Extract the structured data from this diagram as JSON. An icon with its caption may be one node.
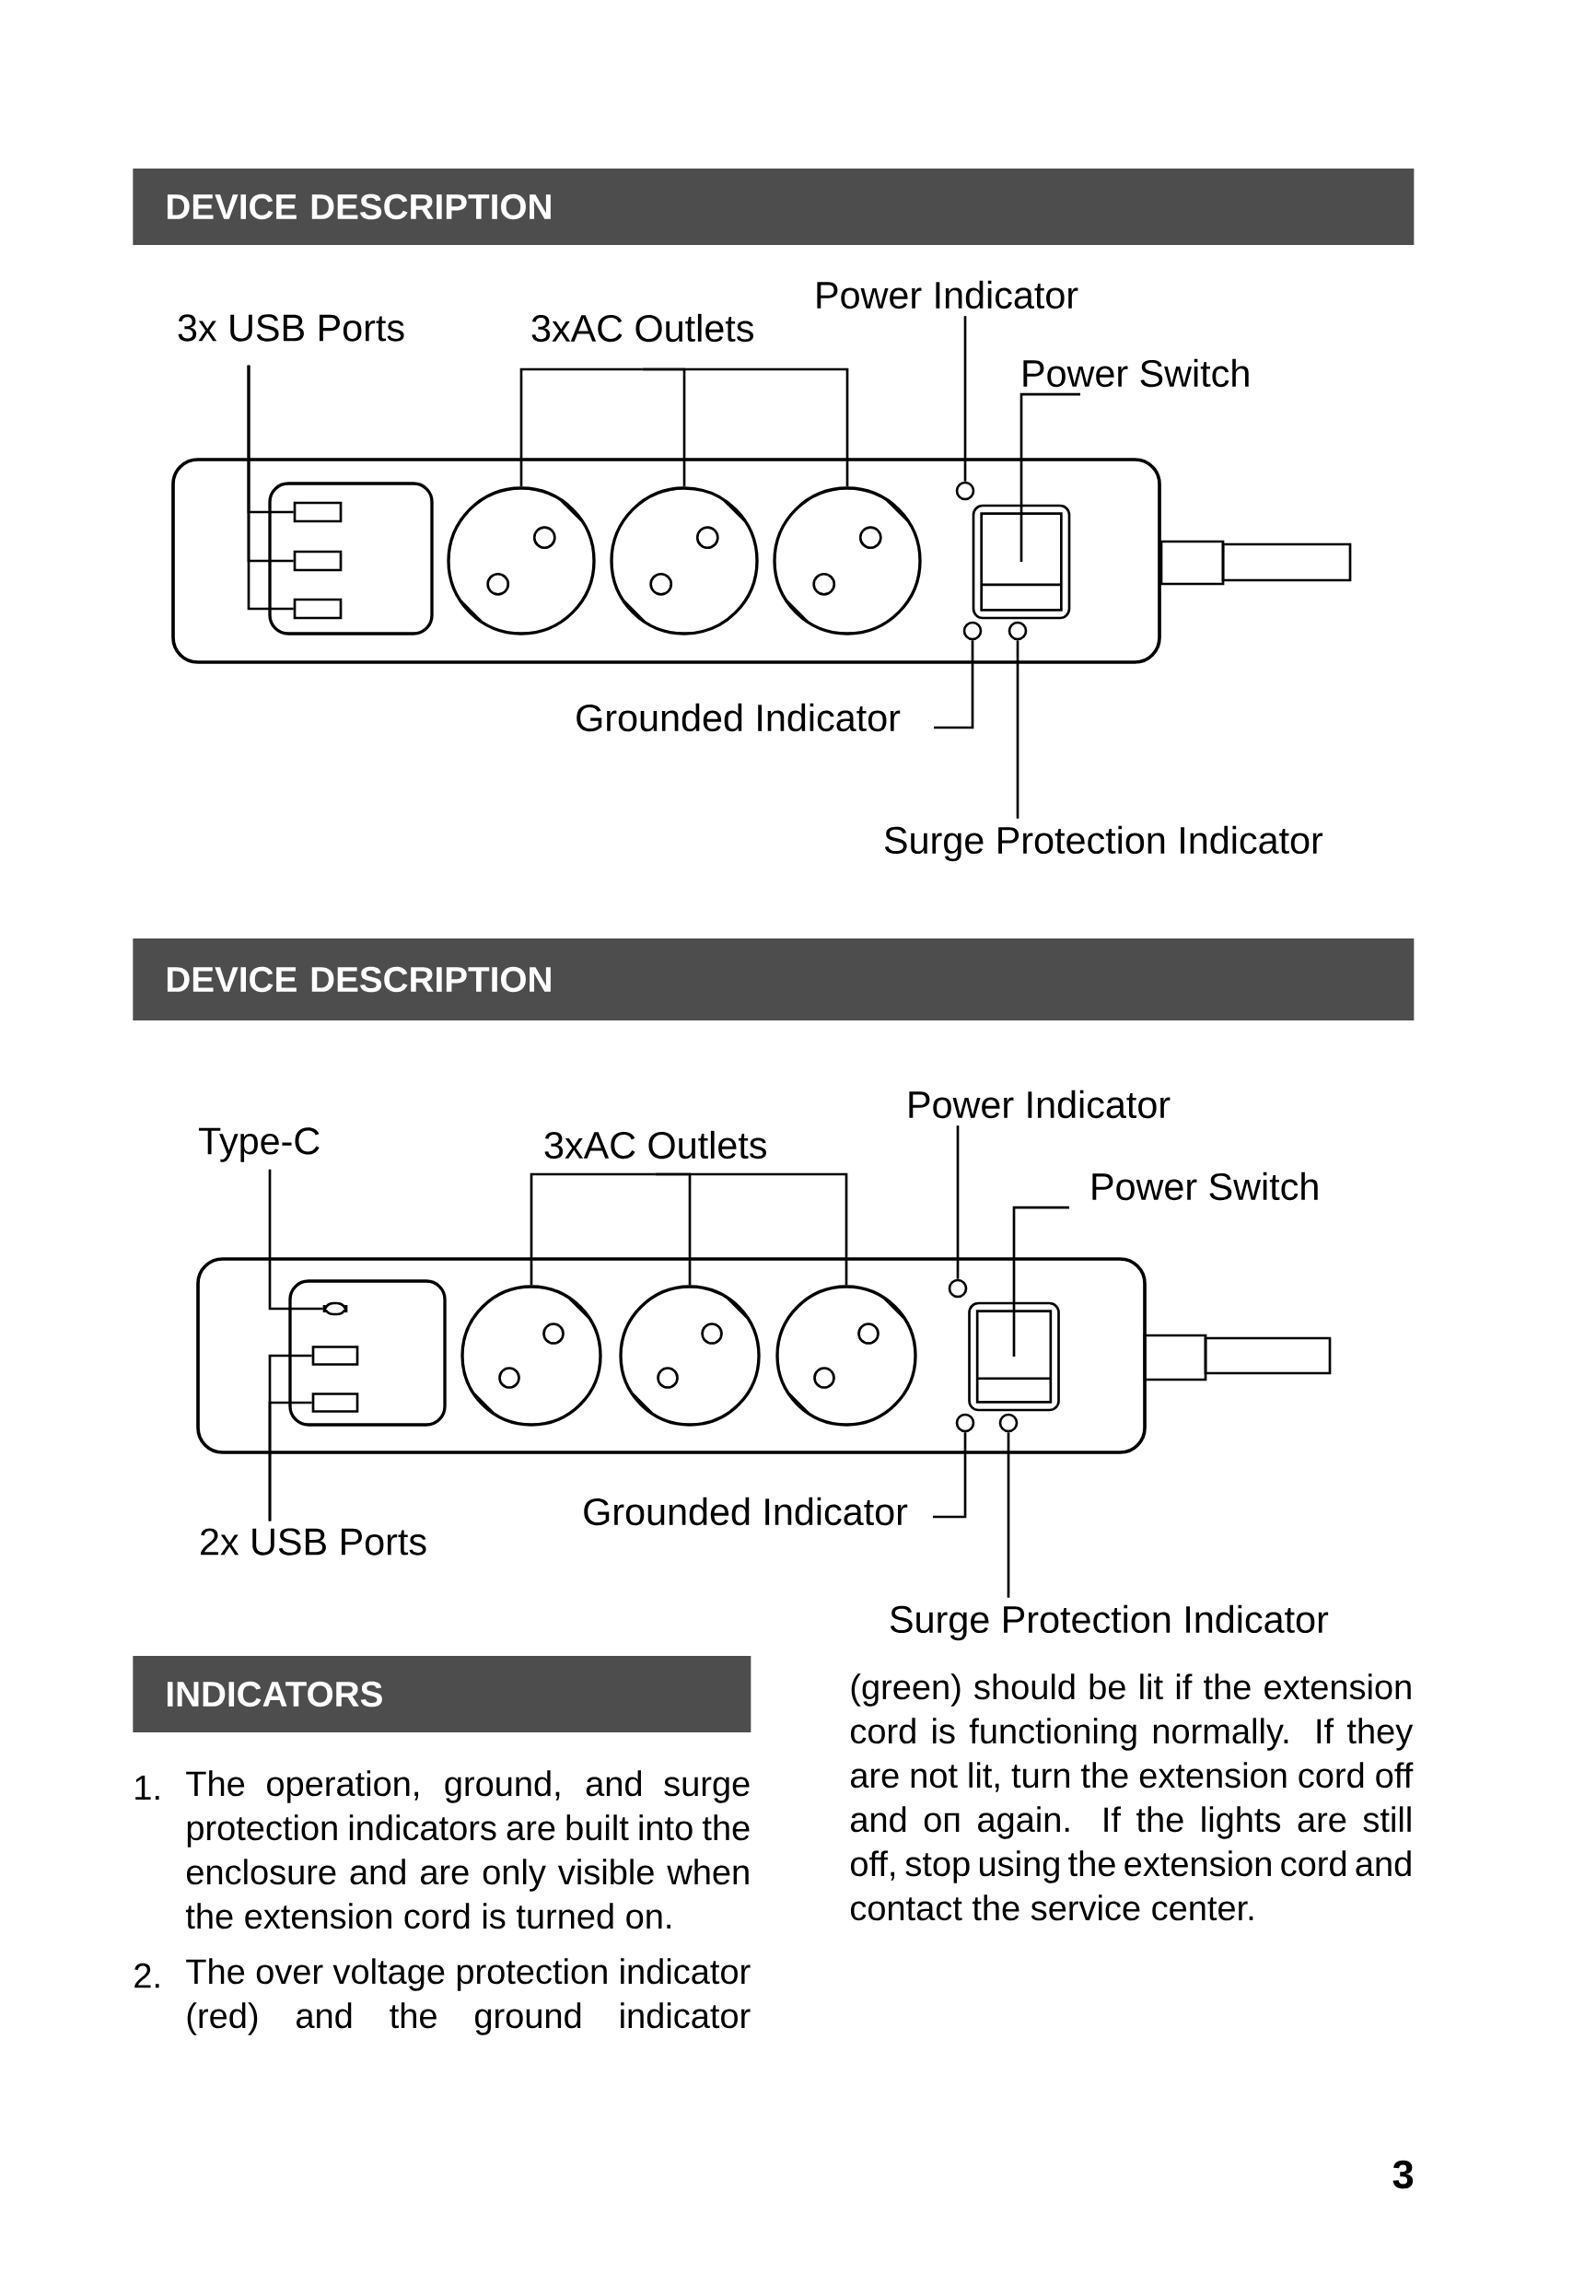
{
  "diagram": {
    "nodes": [
      {
        "text": [
          "DEVICE DESCRIPTION"
        ]
      },
      {
        "text": [
          "3x USB Ports"
        ]
      },
      {
        "text": [
          "3xAC Outlets"
        ]
      },
      {
        "text": [
          "Power Indicator"
        ]
      },
      {
        "text": [
          "Power Switch"
        ]
      },
      {
        "text": [
          "Grounded Indicator"
        ]
      },
      {
        "text": [
          "Surge Protection Indicator"
        ]
      },
      {
        "text": [],
        "shape": "box"
      },
      {
        "text": [],
        "shape": "box"
      },
      {
        "text": [],
        "shape": "box"
      },
      {
        "text": [],
        "shape": "circle"
      },
      {
        "text": [],
        "shape": "circle"
      },
      {
        "text": [],
        "shape": "circle"
      },
      {
        "text": [],
        "shape": "circle"
      },
      {
        "text": [],
        "shape": "box"
      },
      {
        "text": [],
        "shape": "circle"
      },
      {
        "text": [],
        "shape": "circle"
      },
      {
        "text": [
          "DEVICE DESCRIPTION"
        ]
      },
      {
        "text": [
          "Type-C"
        ]
      },
      {
        "text": [
          "3xAC Outlets"
        ]
      },
      {
        "text": [
          "Power Indicator"
        ]
      },
      {
        "text": [
          "Power Switch"
        ]
      },
      {
        "text": [
          "Grounded Indicator"
        ]
      },
      {
        "text": [
          "Surge Protection Indicator"
        ]
      },
      {
        "text": [
          "2x USB Ports"
        ]
      },
      {
        "text": [],
        "shape": "box"
      },
      {
        "text": [],
        "shape": "box"
      },
      {
        "text": [],
        "shape": "box"
      },
      {
        "text": [],
        "shape": "circle"
      },
      {
        "text": [],
        "shape": "circle"
      },
      {
        "text": [],
        "shape": "circle"
      },
      {
        "text": [],
        "shape": "circle"
      },
      {
        "text": [],
        "shape": "box"
      },
      {
        "text": [],
        "shape": "circle"
      },
      {
        "text": [],
        "shape": "circle"
      },
      {
        "text": [
          "INDICATORS"
        ]
      }
    ],
    "edges": [
      {
        "from": 1,
        "to": 7,
        "arrow": "none"
      },
      {
        "from": 1,
        "to": 8,
        "arrow": "none"
      },
      {
        "from": 1,
        "to": 9,
        "arrow": "none"
      },
      {
        "from": 2,
        "to": 10,
        "arrow": "none"
      },
      {
        "from": 2,
        "to": 11,
        "arrow": "none"
      },
      {
        "from": 2,
        "to": 12,
        "arrow": "none"
      },
      {
        "from": 3,
        "to": 13,
        "arrow": "none"
      },
      {
        "from": 4,
        "to": 14,
        "arrow": "none"
      },
      {
        "from": 5,
        "to": 15,
        "arrow": "none"
      },
      {
        "from": 6,
        "to": 16,
        "arrow": "none"
      },
      {
        "from": 18,
        "to": 25,
        "arrow": "none"
      },
      {
        "from": 24,
        "to": 26,
        "arrow": "none"
      },
      {
        "from": 24,
        "to": 27,
        "arrow": "none"
      },
      {
        "from": 19,
        "to": 28,
        "arrow": "none"
      },
      {
        "from": 19,
        "to": 29,
        "arrow": "none"
      },
      {
        "from": 19,
        "to": 30,
        "arrow": "none"
      },
      {
        "from": 20,
        "to": 31,
        "arrow": "none"
      },
      {
        "from": 21,
        "to": 32,
        "arrow": "none"
      },
      {
        "from": 22,
        "to": 33,
        "arrow": "none"
      },
      {
        "from": 23,
        "to": 34,
        "arrow": "none"
      }
    ],
    "labels": [
      "1.",
      "The operation, ground, and surge protection indicators are built into the enclosure and are only visible when the extension cord is turned on.",
      "2.",
      "The over voltage protection indicator (red) and the ground indicator",
      "(green) should be lit if the extension cord is functioning normally. If they are not lit, turn the extension cord off and oп again. If the lights are still off, stop using the extension cord and contact the service center.",
      "3"
    ]
  }
}
